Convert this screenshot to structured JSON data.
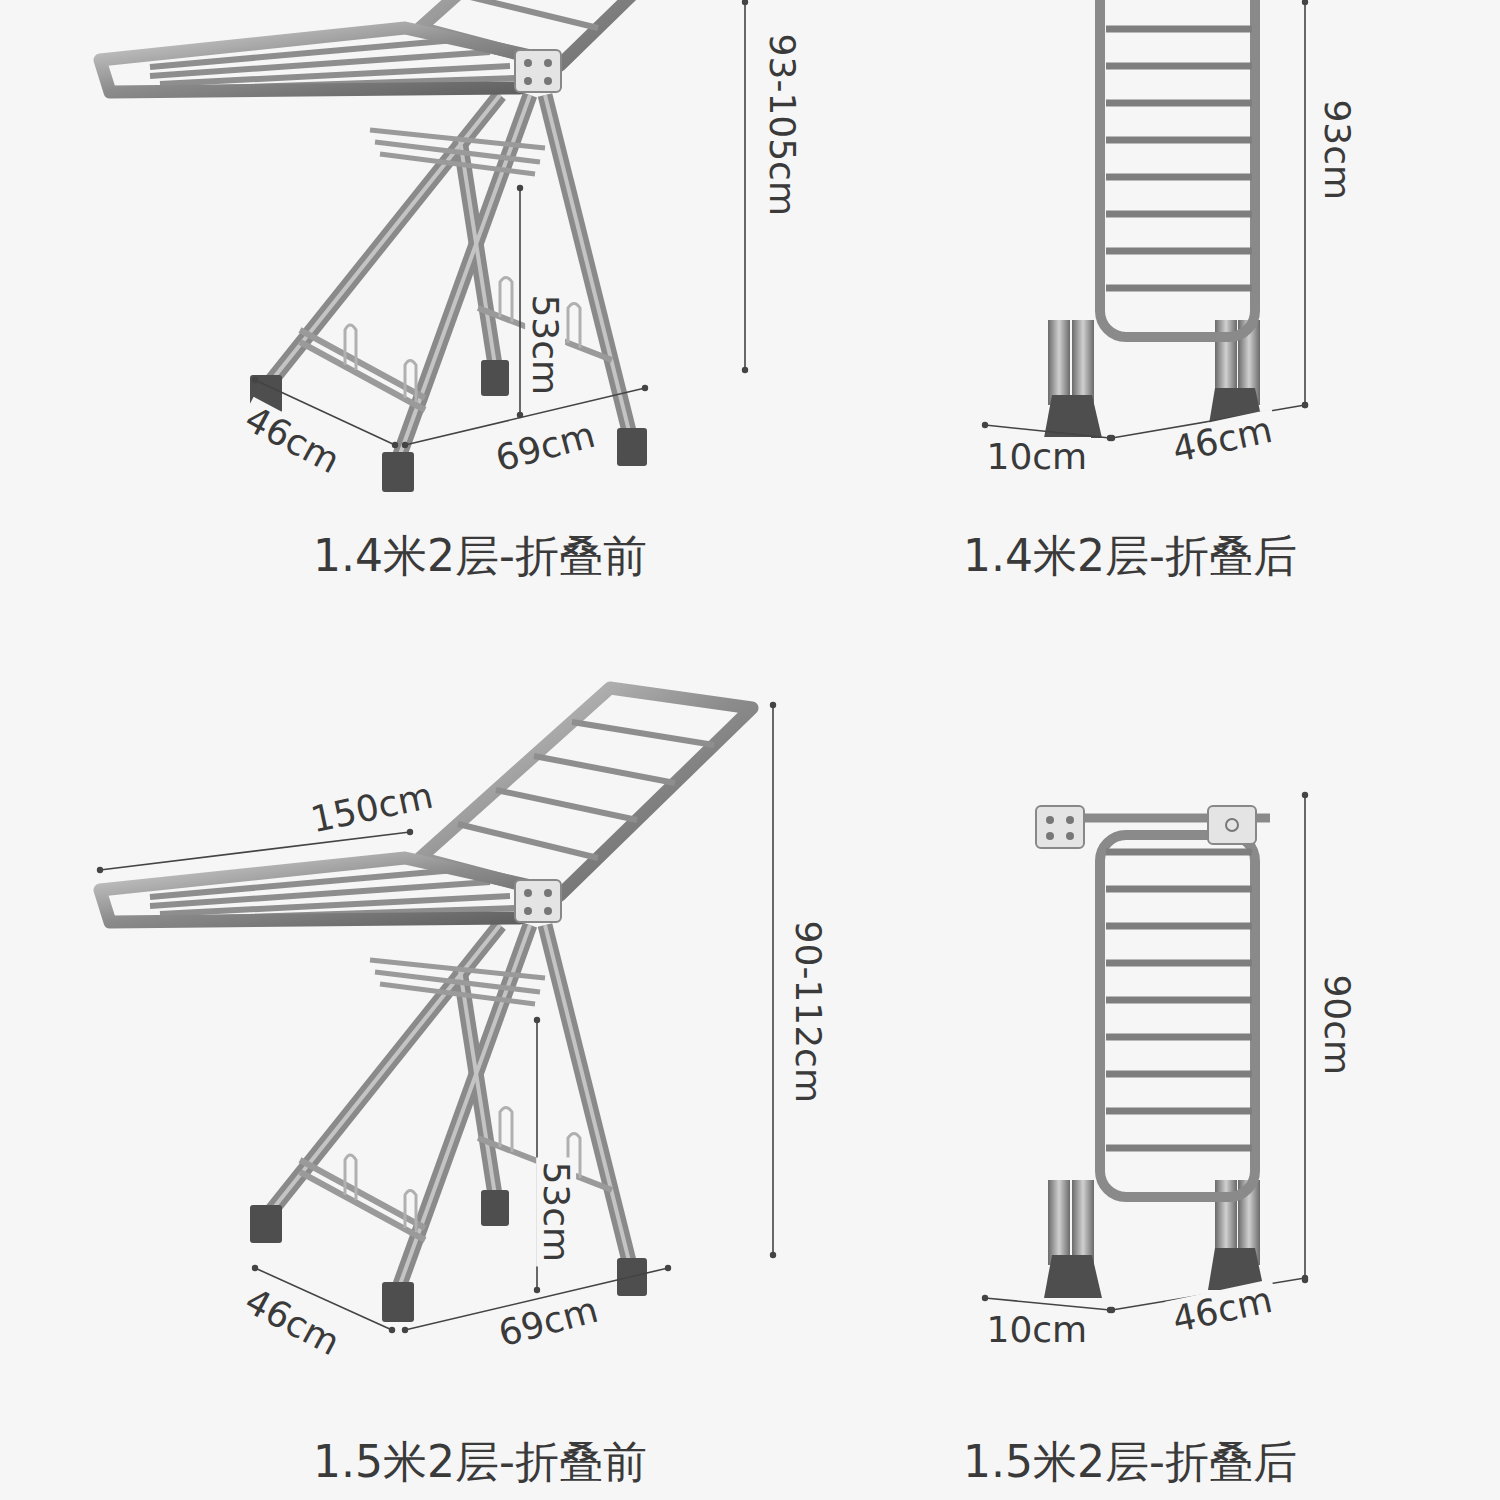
{
  "diagram": {
    "labels": [
      "93-105cm",
      "93cm",
      "53cm",
      "46cm",
      "69cm",
      "10cm",
      "46cm",
      "1.4米2层-折叠前",
      "1.4米2层-折叠后",
      "150cm",
      "90-112cm",
      "90cm",
      "53cm",
      "46cm",
      "69cm",
      "10cm",
      "46cm",
      "1.5米2层-折叠前",
      "1.5米2层-折叠后"
    ]
  }
}
